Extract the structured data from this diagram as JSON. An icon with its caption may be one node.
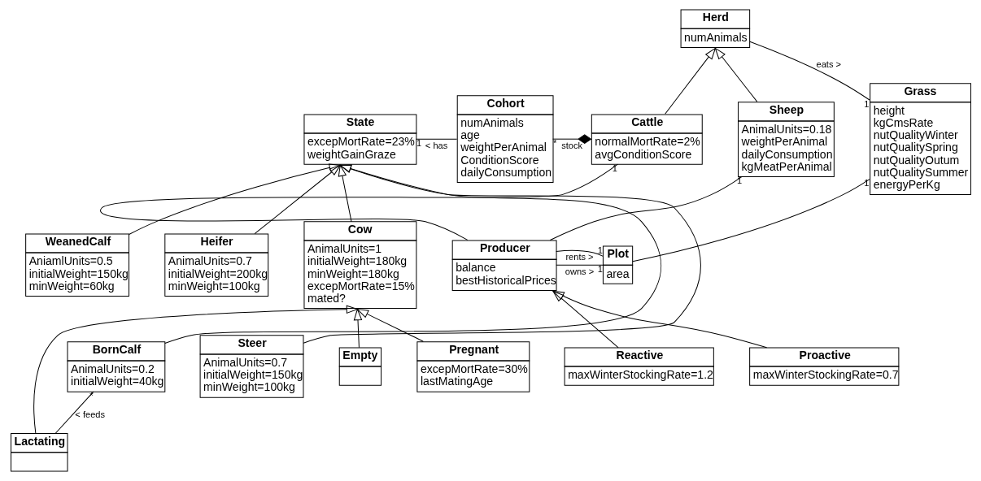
{
  "diagram": {
    "nodes": [
      {
        "text": [
          "Herd",
          "numAnimals"
        ]
      },
      {
        "text": [
          "State",
          "excepMortRate=23%",
          "weightGainGraze"
        ]
      },
      {
        "text": [
          "Cohort",
          "numAnimals",
          "age",
          "weightPerAnimal",
          "ConditionScore",
          "dailyConsumption"
        ]
      },
      {
        "text": [
          "Cattle",
          "normalMortRate=2%",
          "avgConditionScore"
        ]
      },
      {
        "text": [
          "Sheep",
          "AnimalUnits=0.18",
          "weightPerAnimal",
          "dailyConsumption",
          "kgMeatPerAnimal"
        ]
      },
      {
        "text": [
          "Grass",
          "height",
          "kgCmsRate",
          "nutQualityWinter",
          "nutQualitySpring",
          "nutQualityOutum",
          "nutQualitySummer",
          "energyPerKg"
        ]
      },
      {
        "text": [
          "WeanedCalf",
          "AniamlUnits=0.5",
          "initialWeight=150kg",
          "minWeight=60kg"
        ]
      },
      {
        "text": [
          "Heifer",
          "AnimalUnits=0.7",
          "initialWeight=200kg",
          "minWeight=100kg"
        ]
      },
      {
        "text": [
          "Cow",
          "AnimalUnits=1",
          "initialWeight=180kg",
          "minWeight=180kg",
          "excepMortRate=15%",
          "mated?"
        ]
      },
      {
        "text": [
          "Producer",
          "balance",
          "bestHistoricalPrices"
        ]
      },
      {
        "text": [
          "Plot",
          "area"
        ]
      },
      {
        "text": [
          "BornCalf",
          "AnimalUnits=0.2",
          "initialWeight=40kg"
        ]
      },
      {
        "text": [
          "Steer",
          "AnimalUnits=0.7",
          "initialWeight=150kg",
          "minWeight=100kg"
        ]
      },
      {
        "text": [
          "Empty"
        ]
      },
      {
        "text": [
          "Pregnant",
          "excepMortRate=30%",
          "lastMatingAge"
        ]
      },
      {
        "text": [
          "Reactive",
          "maxWinterStockingRate=1.2"
        ]
      },
      {
        "text": [
          "Proactive",
          "maxWinterStockingRate=0.7"
        ]
      },
      {
        "text": [
          "Lactating"
        ]
      }
    ],
    "edges": [
      {
        "from": 1,
        "to": 2,
        "arrow": "none",
        "label": "< has"
      },
      {
        "from": 2,
        "to": 3,
        "arrow": "other",
        "label": "stock"
      },
      {
        "from": 0,
        "to": 5,
        "arrow": "none",
        "label": "eats >"
      },
      {
        "from": 3,
        "to": 0,
        "arrow": "to"
      },
      {
        "from": 4,
        "to": 0,
        "arrow": "to"
      },
      {
        "from": 3,
        "to": 9,
        "arrow": "none"
      },
      {
        "from": 4,
        "to": 9,
        "arrow": "none"
      },
      {
        "from": 5,
        "to": 10,
        "arrow": "none"
      },
      {
        "from": 9,
        "to": 10,
        "arrow": "none",
        "label": "owns >"
      },
      {
        "from": 9,
        "to": 10,
        "arrow": "none",
        "label": "rents >"
      },
      {
        "from": 6,
        "to": 1,
        "arrow": "to"
      },
      {
        "from": 7,
        "to": 1,
        "arrow": "to"
      },
      {
        "from": 8,
        "to": 1,
        "arrow": "to"
      },
      {
        "from": 11,
        "to": 1,
        "arrow": "to"
      },
      {
        "from": 12,
        "to": 1,
        "arrow": "to"
      },
      {
        "from": 13,
        "to": 8,
        "arrow": "to"
      },
      {
        "from": 14,
        "to": 8,
        "arrow": "to"
      },
      {
        "from": 17,
        "to": 8,
        "arrow": "to"
      },
      {
        "from": 15,
        "to": 9,
        "arrow": "to"
      },
      {
        "from": 16,
        "to": 9,
        "arrow": "to"
      },
      {
        "from": 11,
        "to": 17,
        "arrow": "none",
        "label": "< feeds"
      }
    ],
    "labels": [
      "1",
      "1",
      "*",
      "1",
      "1",
      "1",
      "1",
      "1",
      "*"
    ]
  }
}
